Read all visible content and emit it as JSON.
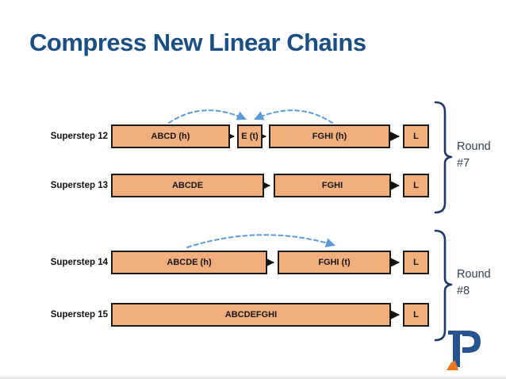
{
  "title": "Compress New Linear Chains",
  "rows": [
    {
      "label": "Superstep 12",
      "boxes": [
        "ABCD (h)",
        "E (t)",
        "FGHI (h)",
        "L"
      ]
    },
    {
      "label": "Superstep 13",
      "boxes": [
        "ABCDE",
        "FGHI",
        "L"
      ]
    },
    {
      "label": "Superstep 14",
      "boxes": [
        "ABCDE (h)",
        "FGHI (t)",
        "L"
      ]
    },
    {
      "label": "Superstep 15",
      "boxes": [
        "ABCDEFGHI",
        "L"
      ]
    }
  ],
  "rounds": [
    {
      "line1": "Round",
      "line2": "#7"
    },
    {
      "line1": "Round",
      "line2": "#8"
    }
  ],
  "logo": {
    "name": "princeton-p-logo"
  },
  "colors": {
    "title": "#1B4E82",
    "box_fill": "#F3AE7D",
    "box_border": "#1C1C1C",
    "arc_blue": "#5B9BD5",
    "brace": "#1F3864",
    "round_text": "#32404E",
    "logo_blue": "#27548F",
    "logo_orange": "#E87722"
  }
}
